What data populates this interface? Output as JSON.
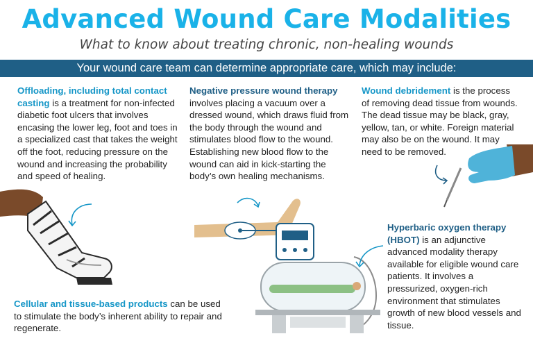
{
  "header": {
    "title": "Advanced Wound Care Modalities",
    "subtitle": "What to know about treating chronic, non-healing wounds",
    "banner": "Your wound care team can determine appropriate care, which may include:"
  },
  "offloading": {
    "highlight": "Offloading, including total contact casting",
    "body": " is a treatment for non-infected diabetic foot ulcers that involves encasing the lower leg, foot and toes in a specialized cast that takes the weight off the foot, reducing pressure on the wound and increasing the probability and speed of healing."
  },
  "negative_pressure": {
    "highlight": "Negative pressure wound therapy",
    "body": " involves placing a vacuum over a dressed wound, which draws fluid from the body through the wound and stimulates blood flow to the wound. Establishing new blood flow to the wound can aid in kick-starting the body’s own healing mechanisms."
  },
  "debridement": {
    "highlight": "Wound debridement",
    "body": " is the process of removing dead tissue from wounds. The dead tissue may be black, gray, yellow, tan, or white. Foreign material may also be on the wound. It may need to be removed."
  },
  "hyperbaric": {
    "highlight": "Hyperbaric oxygen therapy (HBOT)",
    "body": " is an adjunctive advanced modality therapy available for eligible wound care patients. It involves a pressurized, oxygen-rich environment that stimulates growth of new blood vessels and tissue."
  },
  "cellular": {
    "highlight": "Cellular and tissue-based products",
    "body": " can be used to stimulate the body’s inherent ability to repair and regenerate."
  },
  "illustrations": {
    "cast": "leg-cast-icon",
    "vacuum": "npwt-vacuum-icon",
    "scalpel": "gloved-hand-scalpel-icon",
    "chamber": "hyperbaric-chamber-icon",
    "arrows": "curved-arrow-icon"
  },
  "colors": {
    "title": "#1ab2e8",
    "banner": "#1f5f86",
    "highlight": "#1596c7",
    "skin_dark": "#7a4a2a",
    "skin_light": "#e3bf8e",
    "glove": "#4fb3d9"
  }
}
